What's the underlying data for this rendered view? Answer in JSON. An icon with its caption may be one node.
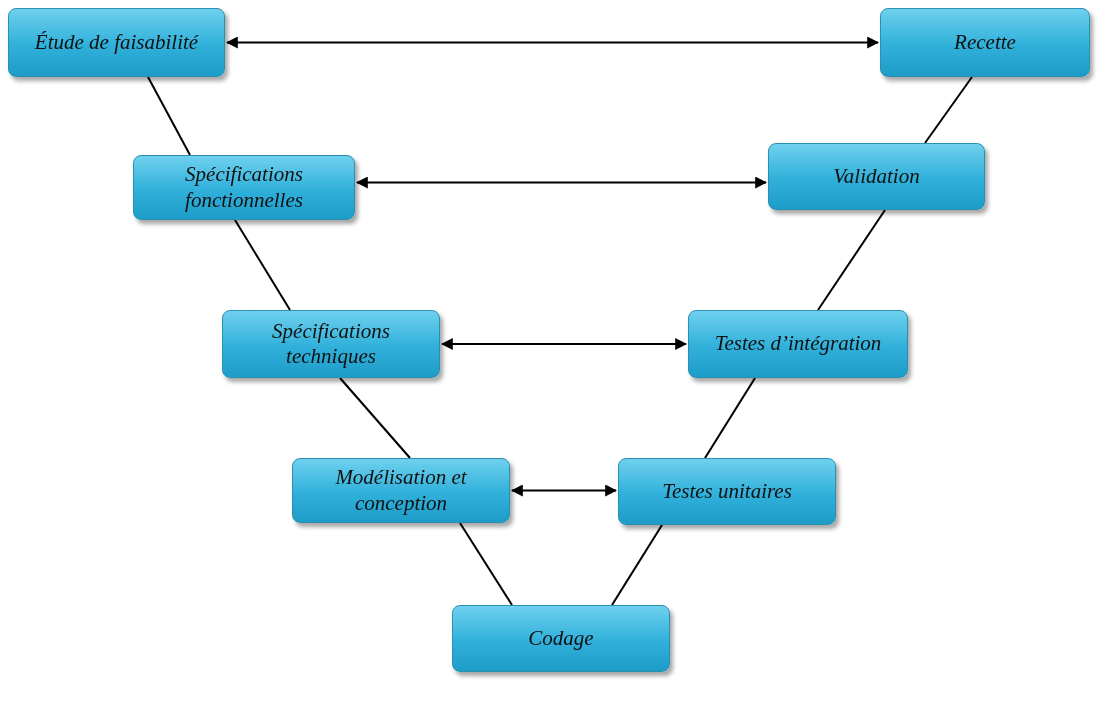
{
  "diagram": {
    "nodes": [
      {
        "text": [
          "Étude de faisabilité"
        ]
      },
      {
        "text": [
          "Recette"
        ]
      },
      {
        "text": [
          "Spécifications fonctionnelles"
        ]
      },
      {
        "text": [
          "Validation"
        ]
      },
      {
        "text": [
          "Spécifications techniques"
        ]
      },
      {
        "text": [
          "Testes d’intégration"
        ]
      },
      {
        "text": [
          "Modélisation et conception"
        ]
      },
      {
        "text": [
          "Testes unitaires"
        ]
      },
      {
        "text": [
          "Codage"
        ]
      }
    ],
    "edges": [
      {
        "from": 0,
        "to": 1,
        "arrow": "both"
      },
      {
        "from": 2,
        "to": 3,
        "arrow": "both"
      },
      {
        "from": 4,
        "to": 5,
        "arrow": "both"
      },
      {
        "from": 6,
        "to": 7,
        "arrow": "both"
      },
      {
        "from": 0,
        "to": 2,
        "arrow": "none"
      },
      {
        "from": 2,
        "to": 4,
        "arrow": "none"
      },
      {
        "from": 4,
        "to": 6,
        "arrow": "none"
      },
      {
        "from": 6,
        "to": 8,
        "arrow": "none"
      },
      {
        "from": 8,
        "to": 7,
        "arrow": "none"
      },
      {
        "from": 7,
        "to": 5,
        "arrow": "none"
      },
      {
        "from": 5,
        "to": 3,
        "arrow": "none"
      },
      {
        "from": 3,
        "to": 1,
        "arrow": "none"
      }
    ]
  }
}
